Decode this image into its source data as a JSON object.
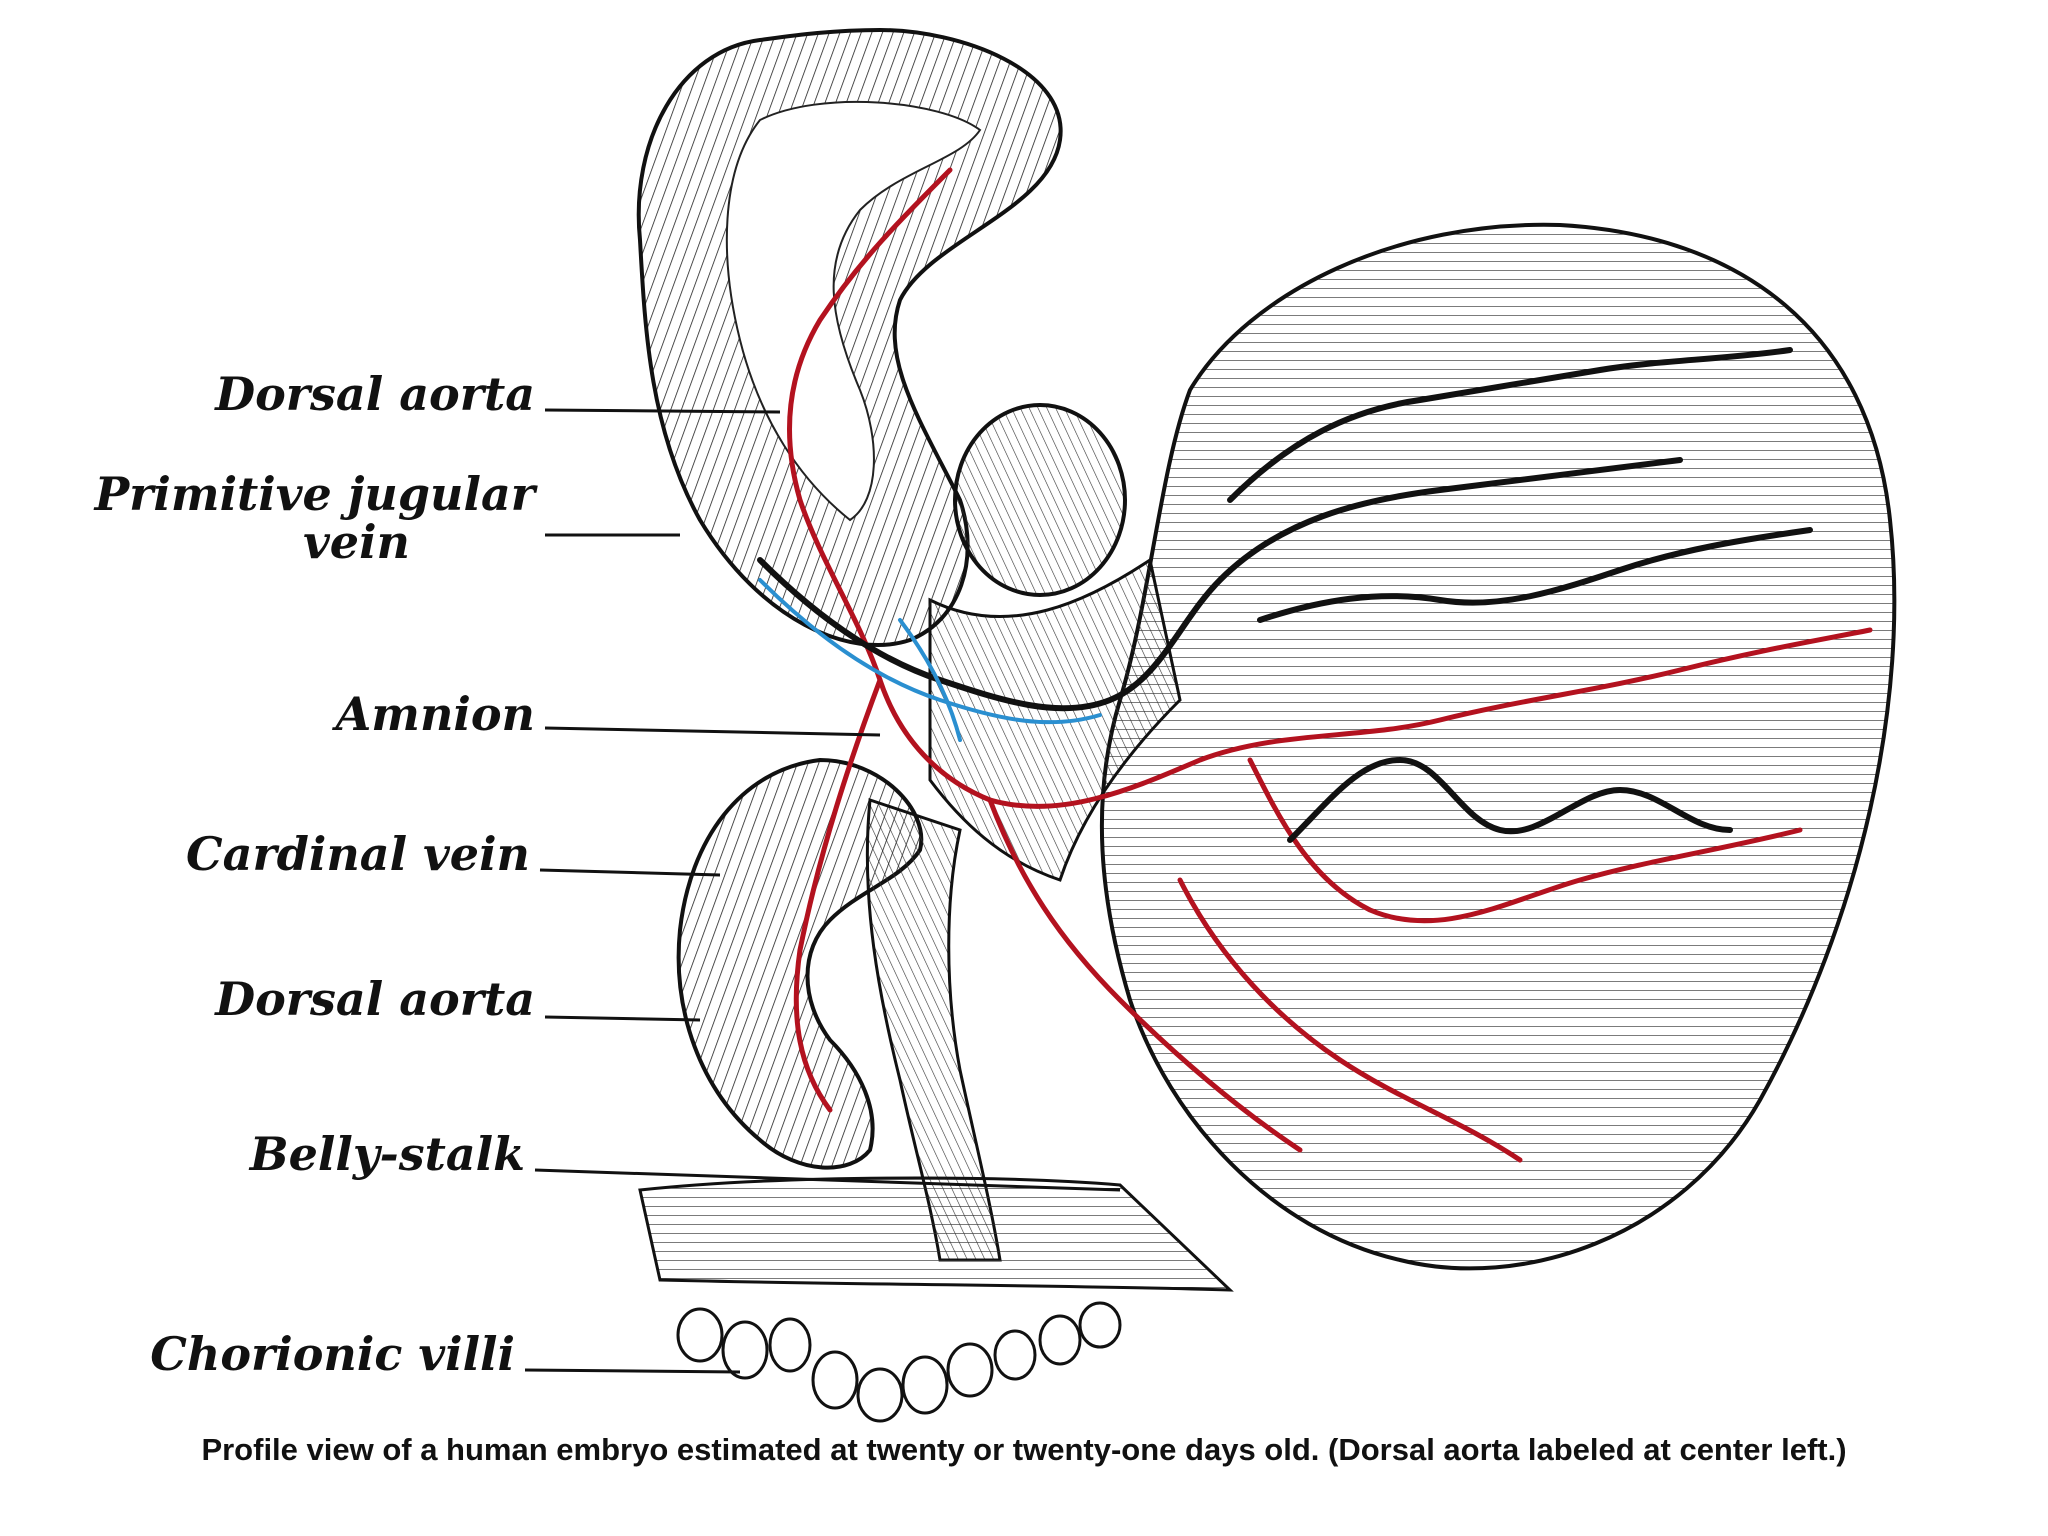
{
  "labels": {
    "dorsal_aorta_upper": "Dorsal aorta",
    "primitive_jugular_vein_line1": "Primitive jugular",
    "primitive_jugular_vein_line2": "vein",
    "amnion": "Amnion",
    "cardinal_vein": "Cardinal vein",
    "dorsal_aorta_lower": "Dorsal aorta",
    "belly_stalk": "Belly-stalk",
    "chorionic_villi": "Chorionic villi"
  },
  "caption": "Profile view of a human embryo estimated at twenty or twenty-one days old. (Dorsal aorta labeled at center left.)",
  "colors": {
    "ink": "#111111",
    "artery_red": "#b3121f",
    "vein_blue": "#2a8fd0",
    "background": "#ffffff"
  }
}
